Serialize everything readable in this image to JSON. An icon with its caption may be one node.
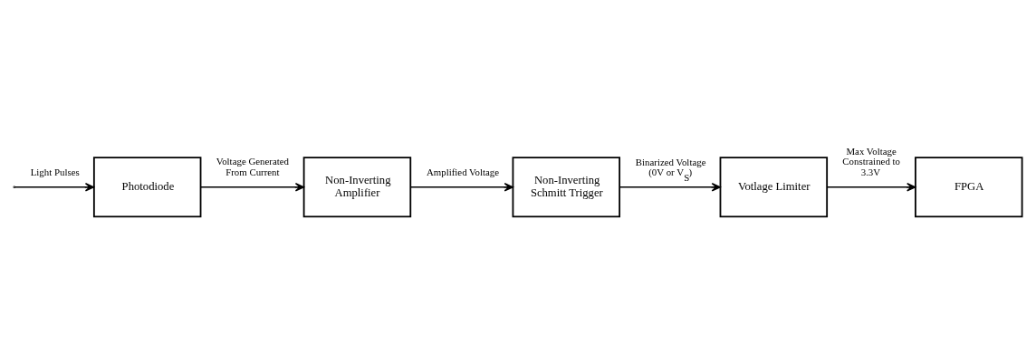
{
  "diagram": {
    "nodes": [
      {
        "text": [
          "Photodiode"
        ]
      },
      {
        "text": [
          "Non-Inverting Amplifier"
        ]
      },
      {
        "text": [
          "Non-Inverting Schmitt Trigger"
        ]
      },
      {
        "text": [
          "Votlage Limiter"
        ]
      },
      {
        "text": [
          "FPGA"
        ]
      }
    ],
    "edges": [
      {
        "from": null,
        "to": 0,
        "arrow": "to",
        "label": "Light Pulses"
      },
      {
        "from": 0,
        "to": 1,
        "arrow": "to",
        "label": "Voltage Generated From Current"
      },
      {
        "from": 1,
        "to": 2,
        "arrow": "to",
        "label": "Amplified Voltage"
      },
      {
        "from": 2,
        "to": 3,
        "arrow": "to",
        "label": "Binarized Voltage (0V or V$_{S}$)"
      },
      {
        "from": 3,
        "to": 4,
        "arrow": "to",
        "label": "Max Voltage Constrained to 3.3V"
      }
    ]
  }
}
